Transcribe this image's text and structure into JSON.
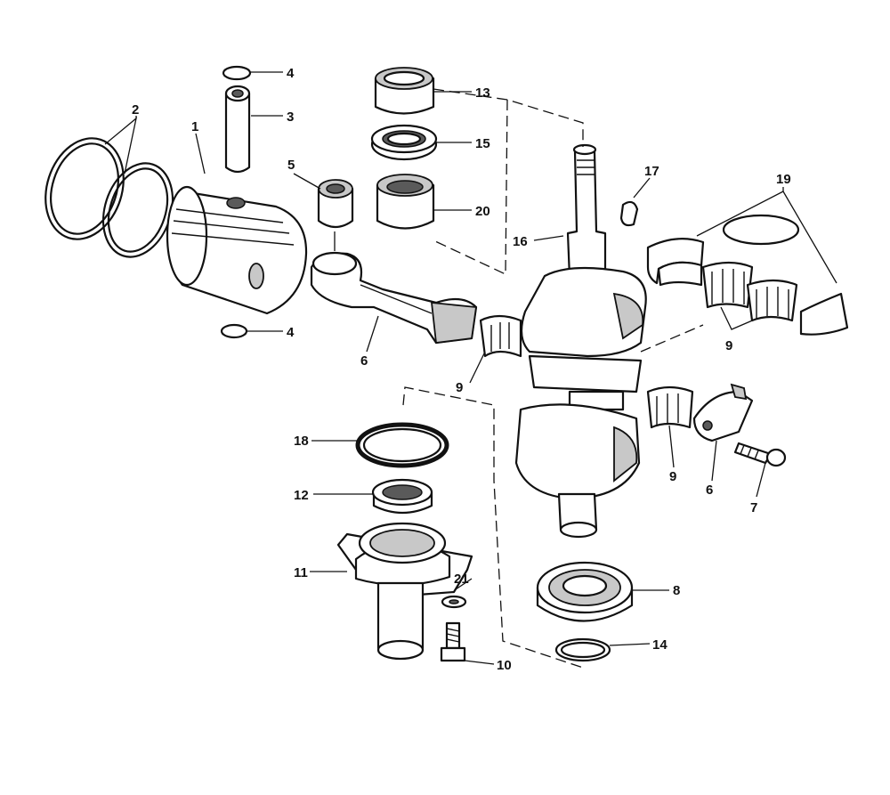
{
  "diagram": {
    "colors": {
      "ink": "#111111",
      "paper": "#ffffff",
      "shade": "#c8c8c8"
    },
    "callouts": [
      {
        "id": "c1",
        "label": "1"
      },
      {
        "id": "c2",
        "label": "2"
      },
      {
        "id": "c3",
        "label": "3"
      },
      {
        "id": "c4a",
        "label": "4"
      },
      {
        "id": "c4b",
        "label": "4"
      },
      {
        "id": "c5",
        "label": "5"
      },
      {
        "id": "c6a",
        "label": "6"
      },
      {
        "id": "c6b",
        "label": "6"
      },
      {
        "id": "c7",
        "label": "7"
      },
      {
        "id": "c8",
        "label": "8"
      },
      {
        "id": "c9a",
        "label": "9"
      },
      {
        "id": "c9b",
        "label": "9"
      },
      {
        "id": "c9c",
        "label": "9"
      },
      {
        "id": "c10",
        "label": "10"
      },
      {
        "id": "c11",
        "label": "11"
      },
      {
        "id": "c12",
        "label": "12"
      },
      {
        "id": "c13",
        "label": "13"
      },
      {
        "id": "c14",
        "label": "14"
      },
      {
        "id": "c15",
        "label": "15"
      },
      {
        "id": "c16",
        "label": "16"
      },
      {
        "id": "c17",
        "label": "17"
      },
      {
        "id": "c18",
        "label": "18"
      },
      {
        "id": "c19",
        "label": "19"
      },
      {
        "id": "c20",
        "label": "20"
      },
      {
        "id": "c21",
        "label": "21"
      }
    ]
  }
}
